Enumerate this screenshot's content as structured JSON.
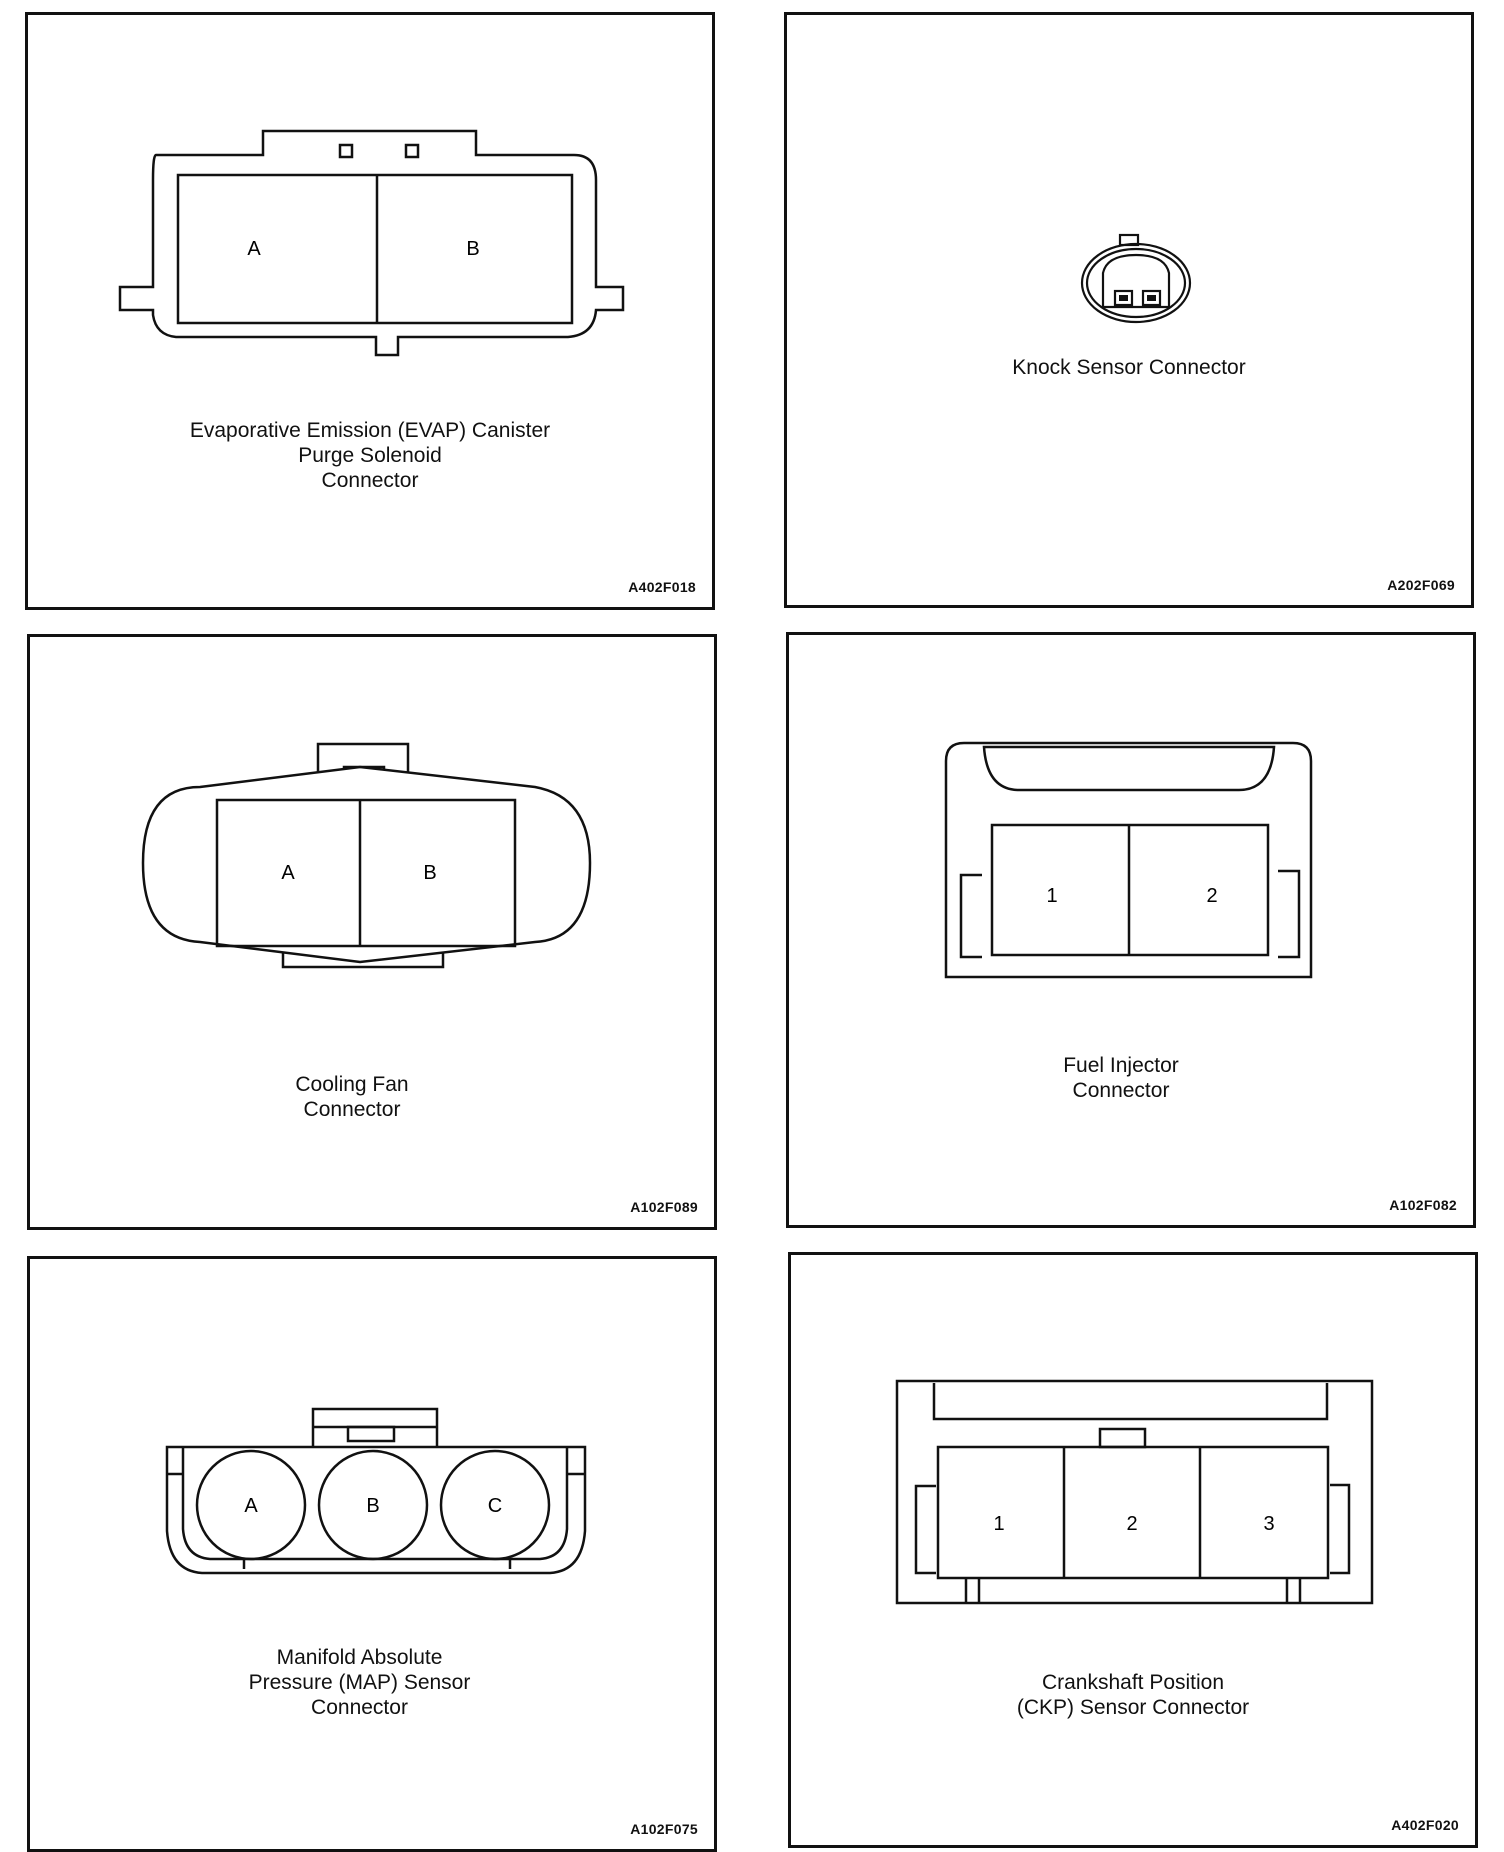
{
  "panels": [
    {
      "id": "evap",
      "caption_lines": [
        "Evaporative Emission (EVAP) Canister",
        "Purge Solenoid",
        "Connector"
      ],
      "code": "A402F018",
      "terminals": [
        "A",
        "B"
      ]
    },
    {
      "id": "knock",
      "caption_lines": [
        "Knock Sensor Connector"
      ],
      "code": "A202F069",
      "terminals": []
    },
    {
      "id": "cooling-fan",
      "caption_lines": [
        "Cooling Fan",
        "Connector"
      ],
      "code": "A102F089",
      "terminals": [
        "A",
        "B"
      ]
    },
    {
      "id": "fuel-injector",
      "caption_lines": [
        "Fuel Injector",
        "Connector"
      ],
      "code": "A102F082",
      "terminals": [
        "1",
        "2"
      ]
    },
    {
      "id": "map",
      "caption_lines": [
        "Manifold Absolute",
        "Pressure (MAP) Sensor",
        "Connector"
      ],
      "code": "A102F075",
      "terminals": [
        "A",
        "B",
        "C"
      ]
    },
    {
      "id": "ckp",
      "caption_lines": [
        "Crankshaft Position",
        "(CKP) Sensor Connector"
      ],
      "code": "A402F020",
      "terminals": [
        "1",
        "2",
        "3"
      ]
    }
  ]
}
